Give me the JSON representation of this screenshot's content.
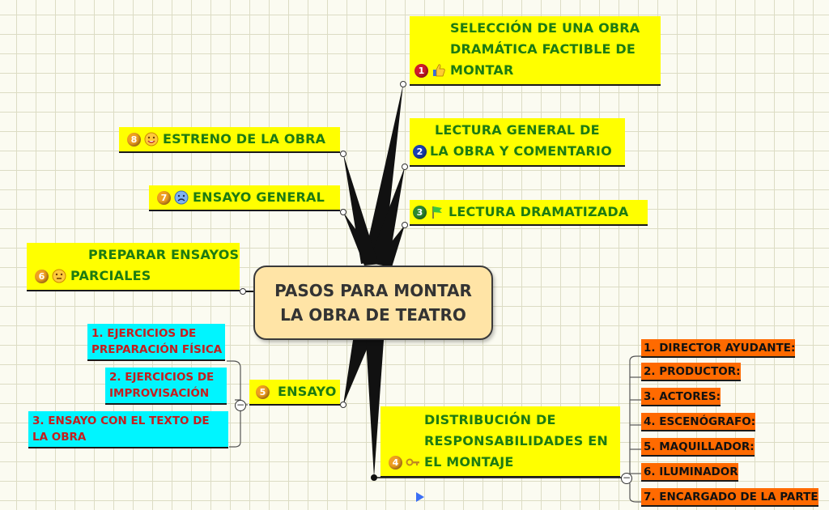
{
  "central": {
    "line1": "PASOS PARA MONTAR",
    "line2": "LA OBRA DE TEATRO"
  },
  "branches": {
    "b1": {
      "num": "1",
      "line1": "SELECCIÓN DE UNA OBRA",
      "line2": "DRAMÁTICA FACTIBLE DE",
      "line3": "MONTAR",
      "icon": "thumbs-up-icon",
      "num_color": "#d11a2a"
    },
    "b2": {
      "num": "2",
      "line1": "LECTURA GENERAL DE",
      "line2": "LA OBRA Y COMENTARIO",
      "num_color": "#1b3fb3"
    },
    "b3": {
      "num": "3",
      "label": "LECTURA DRAMATIZADA",
      "icon": "green-flag-icon",
      "num_color": "#2e8b2e"
    },
    "b4": {
      "num": "4",
      "line1": "DISTRIBUCIÓN DE",
      "line2": "RESPONSABILIDADES EN",
      "line3": "EL MONTAJE",
      "icon": "key-icon",
      "num_color": "#f0a020"
    },
    "b5": {
      "num": "5",
      "label": "ENSAYO",
      "num_color": "#f0a020"
    },
    "b6": {
      "num": "6",
      "line1": "PREPARAR ENSAYOS",
      "line2": "PARCIALES",
      "icon": "neutral-face-icon",
      "num_color": "#f0a020"
    },
    "b7": {
      "num": "7",
      "label": "ENSAYO GENERAL",
      "icon": "sad-face-icon",
      "num_color": "#f0a020"
    },
    "b8": {
      "num": "8",
      "label": "ESTRENO DE LA OBRA",
      "icon": "smiley-face-icon",
      "num_color": "#f0a020"
    }
  },
  "ensayo_subitems": [
    {
      "line1": "1. EJERCICIOS DE",
      "line2": "PREPARACIÓN FÍSICA"
    },
    {
      "line1": "2. EJERCICIOS DE",
      "line2": "IMPROVISACIÓN"
    },
    {
      "line1": "3. ENSAYO CON EL TEXTO DE",
      "line2": "LA OBRA"
    }
  ],
  "responsabilidades": [
    "1. DIRECTOR AYUDANTE:",
    "2. PRODUCTOR:",
    "3. ACTORES:",
    "4. ESCENÓGRAFO:",
    "5. MAQUILLADOR:",
    "6. ILUMINADOR",
    "7. ENCARGADO DE LA PARTE"
  ],
  "colors": {
    "branch_bg": "#ffff00",
    "branch_text": "#1d7b12",
    "central_bg": "#ffe4a6",
    "sub_bg": "#00f5ff",
    "sub_text": "#c41e1e",
    "resp_bg": "#ff6a00",
    "play_icon": "#3b6ff5"
  }
}
